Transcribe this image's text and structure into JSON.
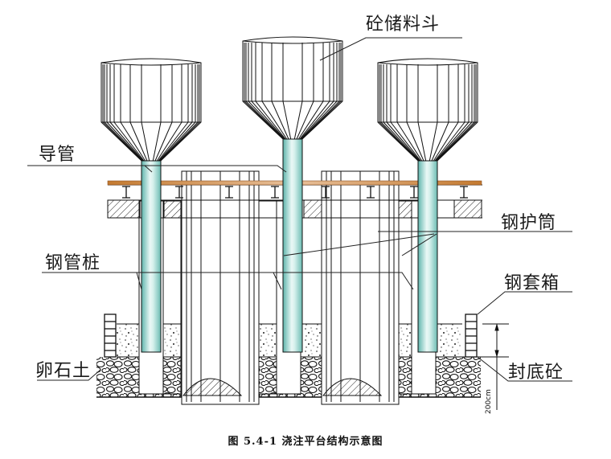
{
  "diagram": {
    "title": "浇注平台结构示意图",
    "caption": "图 5.4-1 浇注平台结构示意图",
    "labels": {
      "hopper": "砼储料斗",
      "conduit": "导管",
      "steel_casing": "钢护筒",
      "steel_pipe_pile": "钢管桩",
      "steel_box": "钢套箱",
      "pebble_soil": "卵石土",
      "bottom_seal_concrete": "封底砼"
    },
    "dimension_label": "200cm",
    "colors": {
      "conduit_fill": "#8fcfc8",
      "conduit_highlight": "#e9f7f5",
      "platform_beam": "#c8843e",
      "line": "#111111"
    }
  }
}
